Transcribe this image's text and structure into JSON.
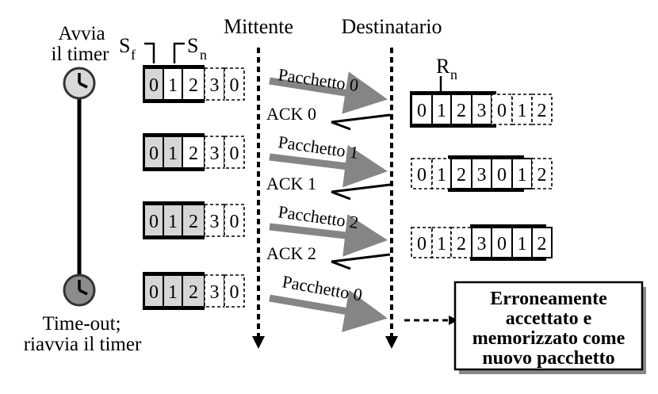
{
  "headers": {
    "sender": "Mittente",
    "receiver": "Destinatario"
  },
  "timer": {
    "start_label_line1": "Avvia",
    "start_label_line2": "il timer",
    "timeout_label_line1": "Time-out;",
    "timeout_label_line2": "riavvia il timer"
  },
  "window_labels": {
    "sf_main": "S",
    "sf_sub": "f",
    "sn_main": "S",
    "sn_sub": "n",
    "rn_main": "R",
    "rn_sub": "n"
  },
  "sender_windows": [
    {
      "cells": [
        "0",
        "1",
        "2",
        "3",
        "0"
      ]
    },
    {
      "cells": [
        "0",
        "1",
        "2",
        "3",
        "0"
      ]
    },
    {
      "cells": [
        "0",
        "1",
        "2",
        "3",
        "0"
      ]
    },
    {
      "cells": [
        "0",
        "1",
        "2",
        "3",
        "0"
      ]
    }
  ],
  "receiver_windows": [
    {
      "cells": [
        "0",
        "1",
        "2",
        "3",
        "0",
        "1",
        "2"
      ]
    },
    {
      "cells": [
        "0",
        "1",
        "2",
        "3",
        "0",
        "1",
        "2"
      ]
    },
    {
      "cells": [
        "0",
        "1",
        "2",
        "3",
        "0",
        "1",
        "2"
      ]
    }
  ],
  "packets": [
    "Pacchetto 0",
    "Pacchetto 1",
    "Pacchetto 2",
    "Pacchetto 0"
  ],
  "acks": [
    "ACK 0",
    "ACK 1",
    "ACK 2"
  ],
  "error_box": {
    "line1": "Erroneamente",
    "line2": "accettato e",
    "line3": "memorizzato come",
    "line4": "nuovo pacchetto"
  },
  "colors": {
    "arrow_gray": "#858585",
    "shade": "#d6d6d6",
    "clock_fill": "#d9d9d9",
    "clock_fill_dark": "#8c8c8c",
    "error_text": "#858585"
  }
}
